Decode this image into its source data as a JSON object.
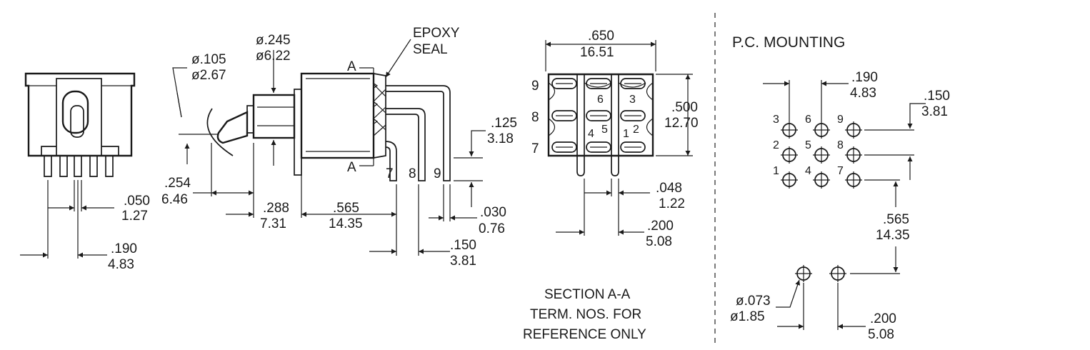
{
  "front_view": {
    "pin_pitch": [
      ".050",
      "1.27"
    ],
    "width": [
      ".190",
      "4.83"
    ]
  },
  "side_view": {
    "bushing_dia": [
      "ø.245",
      "ø6.22"
    ],
    "lever_dia": [
      "ø.105",
      "ø2.67"
    ],
    "epoxy_seal": [
      "EPOXY",
      "SEAL"
    ],
    "section_mark": "A",
    "lever_length": [
      ".254",
      "6.46"
    ],
    "bushing_length": [
      ".288",
      "7.31"
    ],
    "body_length": [
      ".565",
      "14.35"
    ],
    "terminal_height": [
      ".125",
      "3.18"
    ],
    "terminal_thickness": [
      ".030",
      "0.76"
    ],
    "terminal_spacing": [
      ".150",
      "3.81"
    ],
    "terminal_numbers": [
      "7",
      "8",
      "9"
    ]
  },
  "section_view": {
    "width": [
      ".650",
      "16.51"
    ],
    "height": [
      ".500",
      "12.70"
    ],
    "pin_width": [
      ".048",
      "1.22"
    ],
    "pin_pitch": [
      ".200",
      "5.08"
    ],
    "row_labels": [
      "9",
      "8",
      "7"
    ],
    "contact_numbers": [
      "6",
      "3",
      "5",
      "2",
      "4",
      "1"
    ],
    "caption": [
      "SECTION  A-A",
      "TERM. NOS. FOR",
      "REFERENCE ONLY"
    ]
  },
  "pc_mounting": {
    "title": "P.C. MOUNTING",
    "hole_pitch_x": [
      ".190",
      "4.83"
    ],
    "hole_pitch_y": [
      ".150",
      "3.81"
    ],
    "hole_numbers": [
      "3",
      "6",
      "9",
      "2",
      "5",
      "8",
      "1",
      "4",
      "7"
    ],
    "mount_offset": [
      ".565",
      "14.35"
    ],
    "hole_dia": [
      "ø.073",
      "ø1.85"
    ],
    "mount_pitch": [
      ".200",
      "5.08"
    ]
  }
}
